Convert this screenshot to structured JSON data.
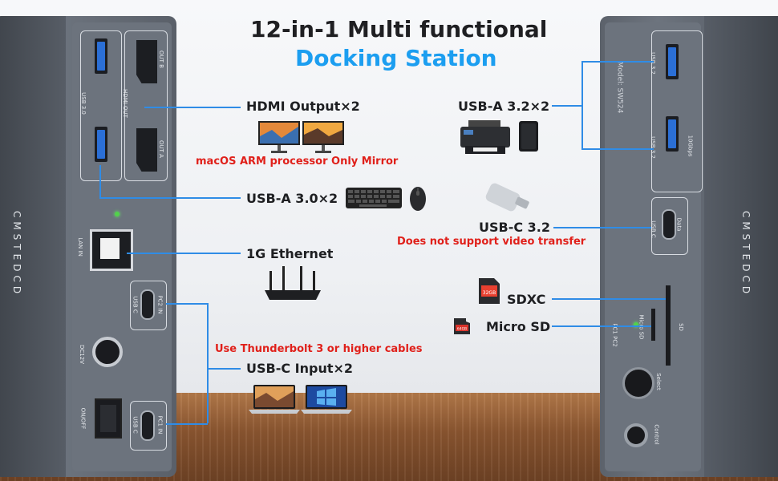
{
  "title": {
    "line1": "12-in-1 Multi functional",
    "line2": "Docking Station"
  },
  "brand": "CMSTEDCD",
  "model": "Model: SW524",
  "callouts": {
    "hdmi": "HDMI Output×2",
    "hdmi_note": "macOS ARM processor Only Mirror",
    "usba30": "USB-A 3.0×2",
    "ethernet": "1G Ethernet",
    "thunderbolt_note": "Use Thunderbolt 3 or higher cables",
    "usbc_input": "USB-C Input×2",
    "usba32": "USB-A 3.2×2",
    "usbc32": "USB-C 3.2",
    "usbc32_note": "Does not support video transfer",
    "sdxc": "SDXC",
    "microsd": "Micro SD"
  },
  "left_panel_labels": {
    "usb30": "USB 3.0",
    "hdmi_out": "HDMI OUT",
    "out_b": "OUT B",
    "out_a": "OUT A",
    "lan_in": "LAN IN",
    "usb_c_1": "USB C",
    "pc2_in": "PC2 IN",
    "dc12v": "DC12V",
    "on_off": "ON/OFF",
    "usb_c_2": "USB C",
    "pc1_in": "PC1 IN"
  },
  "right_panel_labels": {
    "usb32_a": "USB 3.2",
    "usb32_b": "USB 3.2",
    "tag_10gbps": "10Gbps",
    "data": "Data",
    "usb_c": "USB C",
    "sd": "SD",
    "micro_sd": "Micro SD",
    "pc1_pc2": "PC1  PC2",
    "select": "Select",
    "control": "Control"
  },
  "product_icons": {
    "sd_card_text": "32GB",
    "microsd_card_text": "64GB"
  },
  "colors": {
    "accent_blue": "#1c9ef0",
    "warning_red": "#e0201a",
    "line_blue": "#2f8ce6",
    "port_blue": "#2b6fd6"
  },
  "icons": [
    "monitor-icon",
    "printer-icon",
    "hard-drive-icon",
    "keyboard-icon",
    "mouse-icon",
    "usb-stick-icon",
    "router-icon",
    "sd-card-icon",
    "microsd-card-icon",
    "laptop-icon"
  ]
}
